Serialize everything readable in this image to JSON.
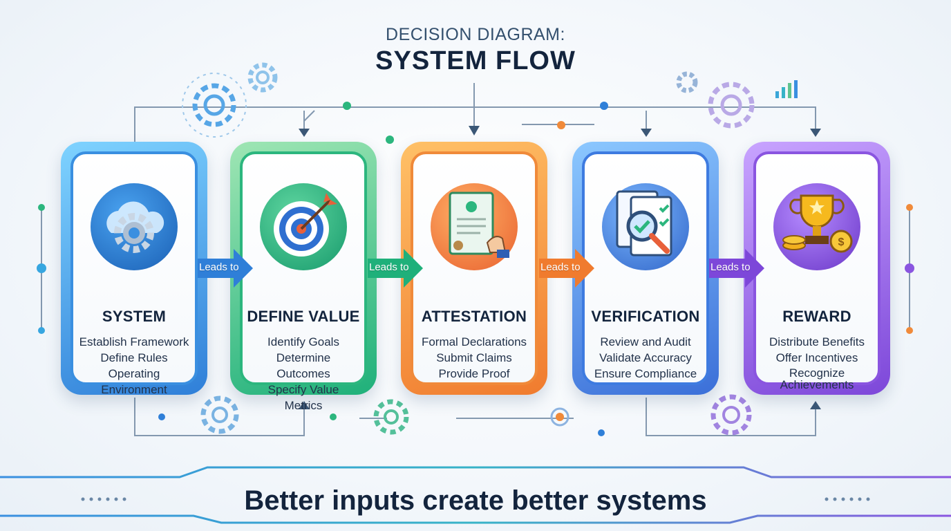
{
  "header": {
    "subtitle": "DECISION DIAGRAM:",
    "title": "SYSTEM FLOW"
  },
  "steps": [
    {
      "heading": "SYSTEM",
      "icon": "cloud-gear-icon",
      "color": "#3a8fe0",
      "lines": [
        "Establish Framework",
        "Define Rules",
        "Operating Environment"
      ]
    },
    {
      "heading": "DEFINE VALUE",
      "icon": "target-arrow-icon",
      "color": "#2cb67e",
      "lines": [
        "Identify Goals",
        "Determine Outcomes",
        "Specify Value Metrics"
      ]
    },
    {
      "heading": "ATTESTATION",
      "icon": "certificate-hand-icon",
      "color": "#f08a3a",
      "lines": [
        "Formal Declarations",
        "Submit Claims",
        "Provide Proof"
      ]
    },
    {
      "heading": "VERIFICATION",
      "icon": "magnifier-check-icon",
      "color": "#3e7be0",
      "lines": [
        "Review and Audit",
        "Validate Accuracy",
        "Ensure Compliance"
      ]
    },
    {
      "heading": "REWARD",
      "icon": "trophy-coins-icon",
      "color": "#8a55e0",
      "lines": [
        "Distribute Benefits",
        "Offer Incentives",
        "Recognize",
        "Achievements"
      ]
    }
  ],
  "connectors": [
    {
      "label": "Leads to",
      "color": "#2f7fd8"
    },
    {
      "label": "Leads to",
      "color": "#1fb07a"
    },
    {
      "label": "Leads to",
      "color": "#f07b2e"
    },
    {
      "label": "Leads to",
      "color": "#7d47d9"
    }
  ],
  "footer": {
    "tagline": "Better inputs create better systems"
  }
}
